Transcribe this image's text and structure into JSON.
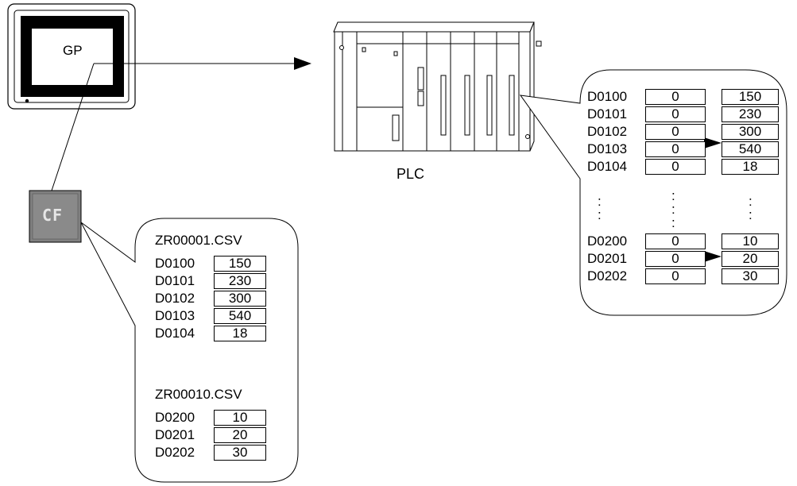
{
  "gp_label": "GP",
  "plc_label": "PLC",
  "cf_label": "CF",
  "cf_files": [
    {
      "name": "ZR00001.CSV",
      "rows": [
        {
          "addr": "D0100",
          "value": "150"
        },
        {
          "addr": "D0101",
          "value": "230"
        },
        {
          "addr": "D0102",
          "value": "300"
        },
        {
          "addr": "D0103",
          "value": "540"
        },
        {
          "addr": "D0104",
          "value": "18"
        }
      ]
    },
    {
      "name": "ZR00010.CSV",
      "rows": [
        {
          "addr": "D0200",
          "value": "10"
        },
        {
          "addr": "D0201",
          "value": "20"
        },
        {
          "addr": "D0202",
          "value": "30"
        }
      ]
    }
  ],
  "plc_memory": {
    "group1": [
      {
        "addr": "D0100",
        "before": "0",
        "after": "150"
      },
      {
        "addr": "D0101",
        "before": "0",
        "after": "230"
      },
      {
        "addr": "D0102",
        "before": "0",
        "after": "300"
      },
      {
        "addr": "D0103",
        "before": "0",
        "after": "540"
      },
      {
        "addr": "D0104",
        "before": "0",
        "after": "18"
      }
    ],
    "ellipsis": ":",
    "group2": [
      {
        "addr": "D0200",
        "before": "0",
        "after": "10"
      },
      {
        "addr": "D0201",
        "before": "0",
        "after": "20"
      },
      {
        "addr": "D0202",
        "before": "0",
        "after": "30"
      }
    ]
  }
}
